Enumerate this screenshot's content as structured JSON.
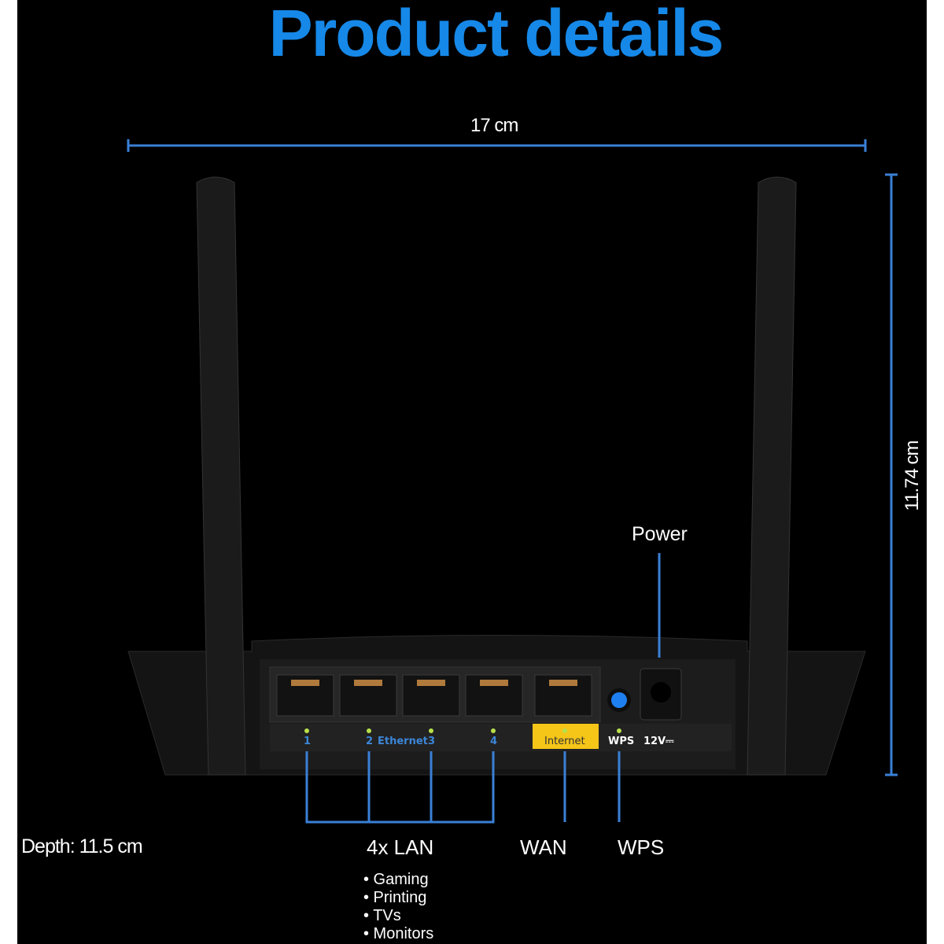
{
  "title": "Product details",
  "dimensions": {
    "width": "17 cm",
    "height": "11.74 cm",
    "depth": "Depth: 11.5 cm"
  },
  "callouts": {
    "power": "Power",
    "lan": "4x LAN",
    "wan": "WAN",
    "wps": "WPS"
  },
  "lan_uses": [
    "• Gaming",
    "• Printing",
    "• TVs",
    "• Monitors"
  ],
  "port_labels": {
    "p1": "1",
    "p2": "2",
    "ethernet": "Ethernet",
    "p3": "3",
    "p4": "4",
    "internet": "Internet",
    "wps": "WPS",
    "power": "12V⎓"
  },
  "colors": {
    "accent": "#1688e8",
    "line": "#3a80d6",
    "internet_badge": "#f5c518"
  }
}
